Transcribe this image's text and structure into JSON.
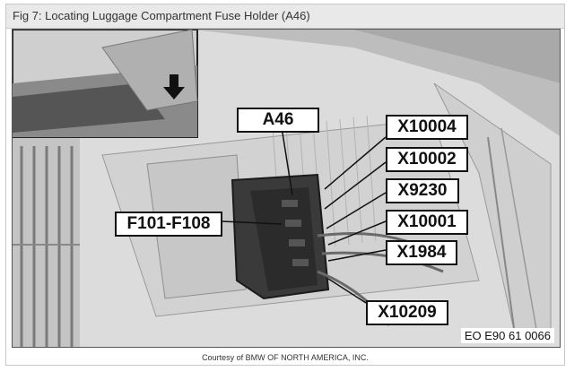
{
  "figure": {
    "title": "Fig 7: Locating Luggage Compartment Fuse Holder (A46)",
    "credit": "Courtesy of BMW OF NORTH AMERICA, INC.",
    "drawing_code": "EO E90 61 0066"
  },
  "callouts": [
    {
      "id": "a46",
      "text": "A46"
    },
    {
      "id": "x10004",
      "text": "X10004"
    },
    {
      "id": "x10002",
      "text": "X10002"
    },
    {
      "id": "x9230",
      "text": "X9230"
    },
    {
      "id": "x10001",
      "text": "X10001"
    },
    {
      "id": "x1984",
      "text": "X1984"
    },
    {
      "id": "f101-f108",
      "text": "F101-F108"
    },
    {
      "id": "x10209",
      "text": "X10209"
    }
  ]
}
